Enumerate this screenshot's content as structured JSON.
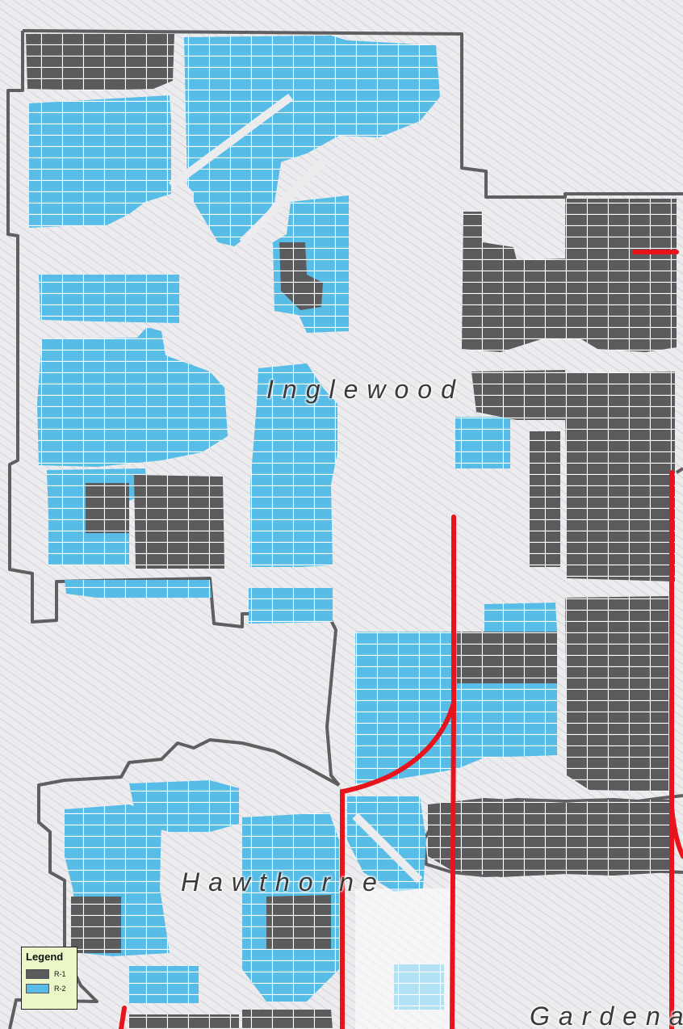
{
  "map": {
    "labels": {
      "inglewood": "Inglewood",
      "hawthorne": "Hawthorne",
      "gardena": "Gardena"
    },
    "legend": {
      "title": "Legend",
      "items": [
        {
          "label": "R-1",
          "color": "#5b5b5e"
        },
        {
          "label": "R-2",
          "color": "#57bde6"
        }
      ]
    },
    "colors": {
      "background": "#ececef",
      "hatch": "#d2d2d8",
      "r1": "#5b5b5e",
      "r2": "#57bde6",
      "boundary": "#5f5f62",
      "red_line": "#e8141c",
      "legend_bg": "#ecf7c8"
    }
  }
}
